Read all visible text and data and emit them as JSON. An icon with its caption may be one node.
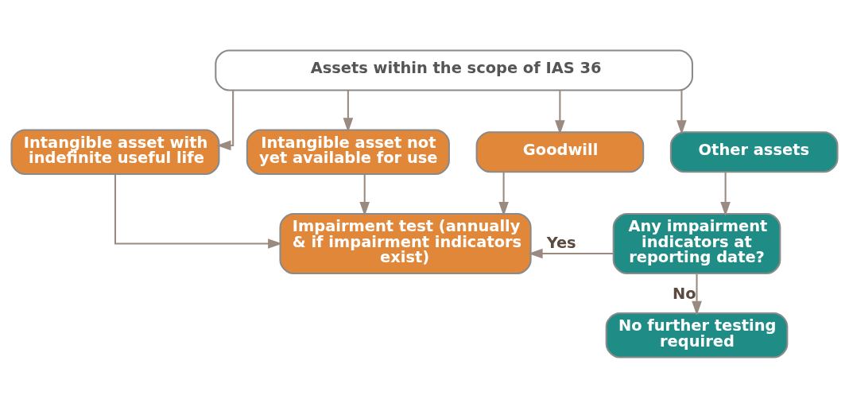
{
  "diagram": {
    "nodes": [
      {
        "text": [
          "Assets within the scope of IAS 36"
        ]
      },
      {
        "text": [
          "Intangible asset with indefinite useful life"
        ]
      },
      {
        "text": [
          "Intangible asset not yet available for use"
        ]
      },
      {
        "text": [
          "Goodwill"
        ]
      },
      {
        "text": [
          "Other assets"
        ]
      },
      {
        "text": [
          "Impairment test (annually & if impairment indicators exist)"
        ]
      },
      {
        "text": [
          "Any impairment indicators at reporting date?"
        ]
      },
      {
        "text": [
          "No further testing required"
        ]
      }
    ],
    "edges": [
      {
        "from": 0,
        "to": 1,
        "arrow": "to"
      },
      {
        "from": 0,
        "to": 2,
        "arrow": "to"
      },
      {
        "from": 0,
        "to": 3,
        "arrow": "to"
      },
      {
        "from": 0,
        "to": 4,
        "arrow": "to"
      },
      {
        "from": 1,
        "to": 5,
        "arrow": "to"
      },
      {
        "from": 2,
        "to": 5,
        "arrow": "to"
      },
      {
        "from": 3,
        "to": 5,
        "arrow": "to"
      },
      {
        "from": 4,
        "to": 6,
        "arrow": "to"
      },
      {
        "from": 6,
        "to": 5,
        "arrow": "to",
        "label": "Yes"
      },
      {
        "from": 6,
        "to": 7,
        "arrow": "to",
        "label": "No"
      }
    ]
  }
}
